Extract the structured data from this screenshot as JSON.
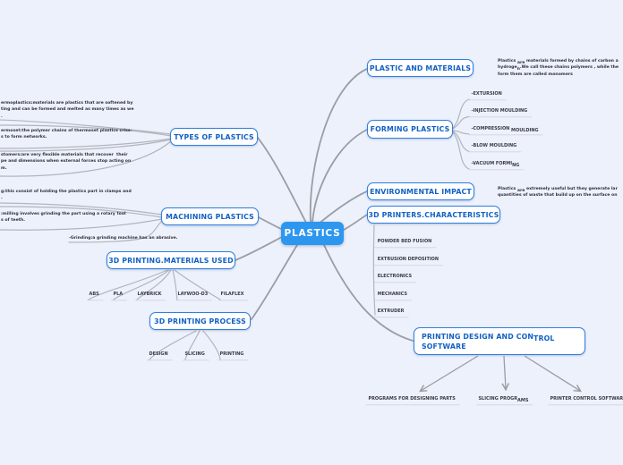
{
  "app": {
    "type": "mind-map",
    "background": "#edf1fb"
  },
  "colors": {
    "center_fill": "#2d97f0",
    "node_border": "#2d7fe0",
    "node_text": "#1161c4",
    "edge": "#9b9da3",
    "branch": "#b2b5bd",
    "underline": "#c6cad6",
    "leaf_text": "#3a3a45",
    "note_text": "#2f2f3a"
  },
  "center": {
    "label": "PLASTICS"
  },
  "topics": {
    "plastic_and_materials": {
      "label": "PLASTIC AND MATERIALS"
    },
    "forming": {
      "label": "FORMING PLASTICS"
    },
    "environmental": {
      "label": "ENVIRONMENTAL IMPACT"
    },
    "printers": {
      "label": "3D PRINTERS.CHARACTERISTICS"
    },
    "types": {
      "label": "TYPES OF PLASTICS"
    },
    "machining": {
      "label": "MACHINING PLASTICS"
    },
    "materials_used": {
      "label": "3D PRINTING.MATERIALS USED"
    },
    "process": {
      "label": "3D PRINTING PROCESS"
    },
    "printing_software": {
      "line1_pre": "PRINTING DESIGN AND CON",
      "line1_sub": "TROL",
      "line2": "SOFTWARE"
    }
  },
  "forming_children": [
    {
      "pre": "-EXTURSION",
      "sub": ""
    },
    {
      "pre": "-INJECTION MOULDING",
      "sub": ""
    },
    {
      "pre": "-COMPRESSION ",
      "sub": "MOULDING"
    },
    {
      "pre": "-BLOW MOULDING",
      "sub": ""
    },
    {
      "pre": "-VACUUM FORMI",
      "sub": "NG"
    }
  ],
  "printer_children": [
    "POWDER BED FUSION",
    "EXTRUSION DEPOSITION",
    "ELECTRONICS",
    "MECHANICS",
    "EXTRUDER"
  ],
  "material_children": [
    "ABS",
    "PLA",
    "LAYBRICK",
    "LAYWOO-D3",
    "FILAFLEX"
  ],
  "process_children": [
    "DESIGN",
    "SLICING",
    "PRINTING"
  ],
  "software_children": [
    {
      "pre": "PROGRAMS FOR DESIGNING PARTS",
      "sub": ""
    },
    {
      "pre": "SLICING PROGR",
      "sub": "AMS"
    },
    {
      "pre": "PRINTER CONTROL SOFTWARE",
      "sub": ""
    }
  ],
  "types_notes": {
    "thermoplastics": {
      "l1": "ermoplastics:materials are plastics that are softened by",
      "l2": "ting and can be formed and melted as many times as we",
      "l3": "."
    },
    "thermoset": {
      "l1": "ermoset:the polymer chains of thermoset plastics criss-",
      "l2": "s to form networks."
    },
    "elastomers": {
      "l1": "stomers:are very flexible materials that recover  their",
      "l2": "pe and dimensions when external forces stop acting on",
      "l3": "m."
    }
  },
  "machining_notes": {
    "turning": {
      "l1": "g:this consist of holding the plastics part in clamps and",
      "l2": "."
    },
    "milling": {
      "l1": ":milling involves grinding the part using a rotary tool",
      "l2": "s of teeth."
    },
    "grinding": "-Grinding:a grinding machine has an abrasive."
  },
  "right_notes": {
    "materials": {
      "l1": {
        "pre": "Plastics ",
        "sub": "are",
        "post": " materials formed by chains of carbon a"
      },
      "l2": {
        "pre": "hydroge",
        "sub": "n",
        "post": ".We call these chains polymers , while the"
      },
      "l3": {
        "pre": "form them are called monomers",
        "sub": "",
        "post": ""
      }
    },
    "environment": {
      "l1": {
        "pre": "Plastics ",
        "sub": "are",
        "post": " extremely useful but they generate lar"
      },
      "l2": {
        "pre": "quantities of waste that build up on the surface on",
        "sub": "",
        "post": ""
      }
    }
  }
}
